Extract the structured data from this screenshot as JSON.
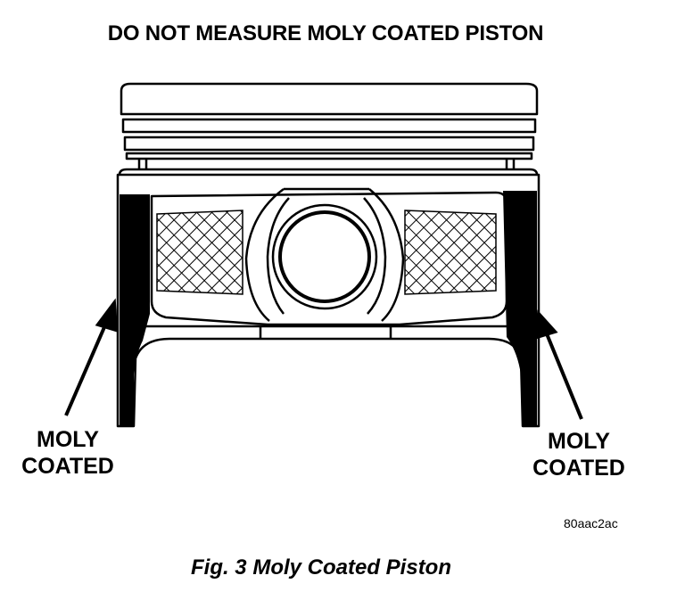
{
  "title": "DO NOT MEASURE MOLY COATED PISTON",
  "callouts": {
    "left": {
      "line1": "MOLY",
      "line2": "COATED"
    },
    "right": {
      "line1": "MOLY",
      "line2": "COATED"
    }
  },
  "reference_code": "80aac2ac",
  "caption": "Fig. 3 Moly Coated Piston",
  "colors": {
    "ink": "#000000",
    "background": "#ffffff"
  }
}
